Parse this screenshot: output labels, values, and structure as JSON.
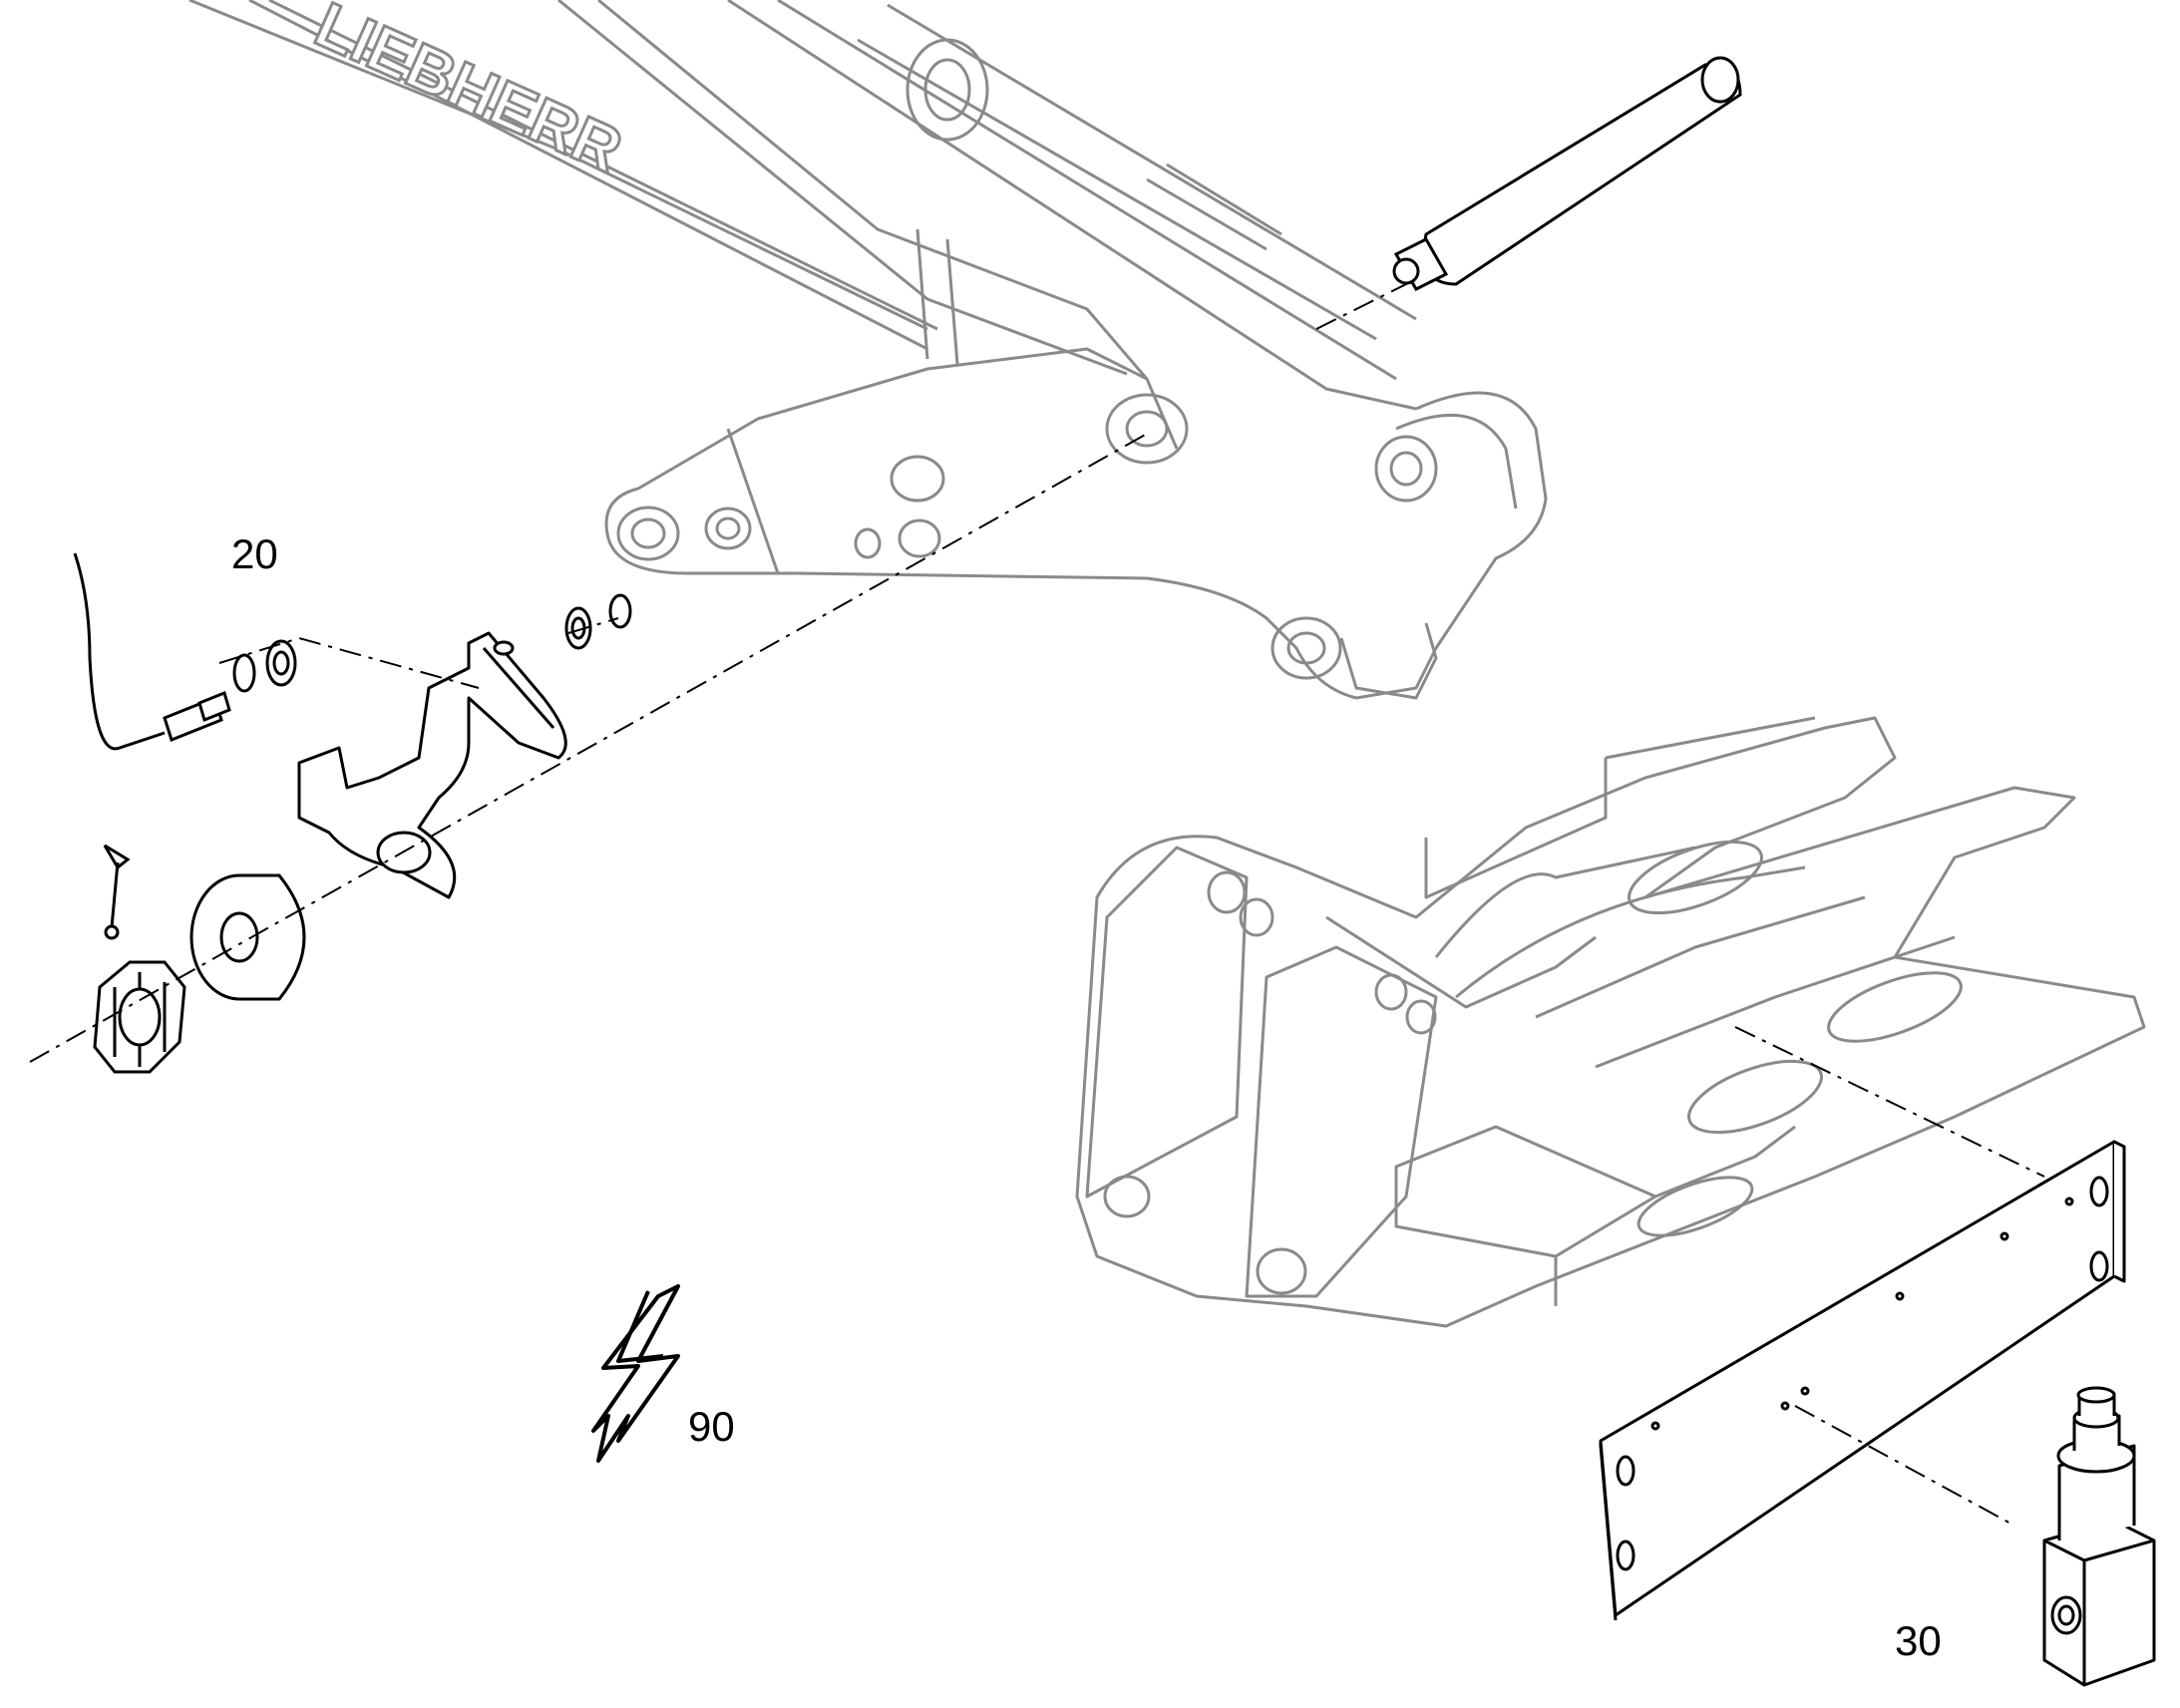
{
  "diagram": {
    "type": "exploded-parts-drawing",
    "callouts": {
      "part_20": "20",
      "part_90": "90",
      "part_30": "30"
    },
    "brand_mark": "LIEBHERR",
    "colors": {
      "ink": "#000000",
      "assembly_line": "#8a8a8a",
      "background": "#ffffff"
    },
    "icons": {
      "electrical": "lightning-bolt-icon"
    }
  }
}
